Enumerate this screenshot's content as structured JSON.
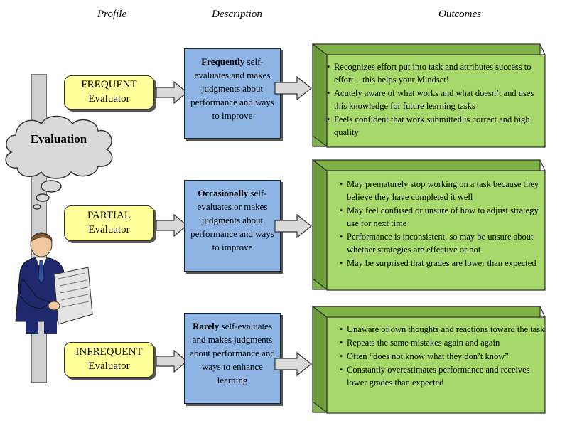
{
  "headers": {
    "profile": "Profile",
    "description": "Description",
    "outcomes": "Outcomes"
  },
  "cloud": {
    "label": "Evaluation"
  },
  "rows": [
    {
      "profile": {
        "line1": "FREQUENT",
        "line2": "Evaluator"
      },
      "description": {
        "emphasis": "Frequently",
        "rest": " self-evaluates and makes judgments about performance and ways to improve"
      },
      "outcomes": [
        "Recognizes effort put into task and attributes success to effort – this helps your Mindset!",
        "Acutely aware of what works and what doesn’t and uses this knowledge for future learning tasks",
        "Feels confident that work submitted is correct and high quality"
      ]
    },
    {
      "profile": {
        "line1": "PARTIAL",
        "line2": "Evaluator"
      },
      "description": {
        "emphasis": "Occasionally",
        "rest": " self-evaluates or makes judgments about performance and ways to improve"
      },
      "outcomes": [
        "May prematurely  stop working on a task because they believe they have completed  it well",
        "May feel confused or unsure of how to adjust strategy use for next time",
        "Performance is inconsistent, so may be unsure about whether strategies are effective  or not",
        "May be surprised that grades are lower than expected"
      ]
    },
    {
      "profile": {
        "line1": "INFREQUENT",
        "line2": "Evaluator"
      },
      "description": {
        "emphasis": "Rarely",
        "rest": " self-evaluates and makes judgments about performance and ways to enhance learning"
      },
      "outcomes": [
        "Unaware of own thoughts and reactions toward the task",
        "Repeats the same mistakes again and again",
        "Often “does not know what they don’t know”",
        "Constantly overestimates performance  and receives lower grades than expected"
      ]
    }
  ],
  "colors": {
    "profile_fill": "#ffff99",
    "description_fill": "#8eb4e3",
    "outcome_fill": "#a6d86c",
    "outcome_side": "#7fb347",
    "arrow_fill": "#d9d9d9"
  }
}
